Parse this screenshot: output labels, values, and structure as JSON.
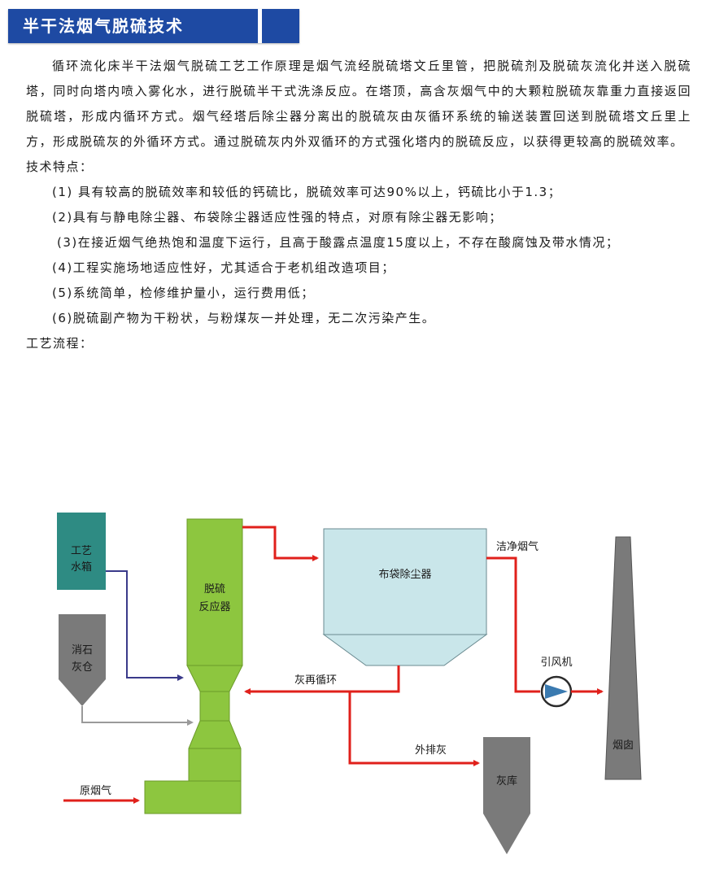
{
  "header": {
    "title": "半干法烟气脱硫技术"
  },
  "intro": "循环流化床半干法烟气脱硫工艺工作原理是烟气流经脱硫塔文丘里管，把脱硫剂及脱硫灰流化并送入脱硫塔，同时向塔内喷入雾化水，进行脱硫半干式洗涤反应。在塔顶，高含灰烟气中的大颗粒脱硫灰靠重力直接返回脱硫塔，形成内循环方式。烟气经塔后除尘器分离出的脱硫灰由灰循环系统的输送装置回送到脱硫塔文丘里上方，形成脱硫灰的外循环方式。通过脱硫灰内外双循环的方式强化塔内的脱硫反应，以获得更较高的脱硫效率。",
  "features_label": "技术特点：",
  "features": [
    "(1) 具有较高的脱硫效率和较低的钙硫比，脱硫效率可达90%以上，钙硫比小于1.3；",
    "(2)具有与静电除尘器、布袋除尘器适应性强的特点，对原有除尘器无影响；",
    "(3)在接近烟气绝热饱和温度下运行，且高于酸露点温度15度以上，不存在酸腐蚀及带水情况；",
    "(4)工程实施场地适应性好，尤其适合于老机组改造项目；",
    "(5)系统简单，检修维护量小，运行费用低；",
    "(6)脱硫副产物为干粉状，与粉煤灰一并处理，无二次污染产生。"
  ],
  "process_label": "工艺流程：",
  "diagram": {
    "water_tank": [
      "工艺",
      "水箱"
    ],
    "lime_silo": [
      "消石",
      "灰仓"
    ],
    "reactor": [
      "脱硫",
      "反应器"
    ],
    "bag_filter": "布袋除尘器",
    "clean_gas": "洁净烟气",
    "fan": "引风机",
    "recirculation": "灰再循环",
    "ash_discharge": "外排灰",
    "ash_storage": "灰库",
    "chimney": "烟囱",
    "raw_gas": "原烟气",
    "colors": {
      "header": "#1e4aa3",
      "tank": "#2e8b83",
      "silo": "#7a7a7a",
      "reactor": "#8dc63f",
      "filter": "#c9e6ea",
      "flow": "#e0201b",
      "water_line": "#3a3a8a"
    }
  }
}
